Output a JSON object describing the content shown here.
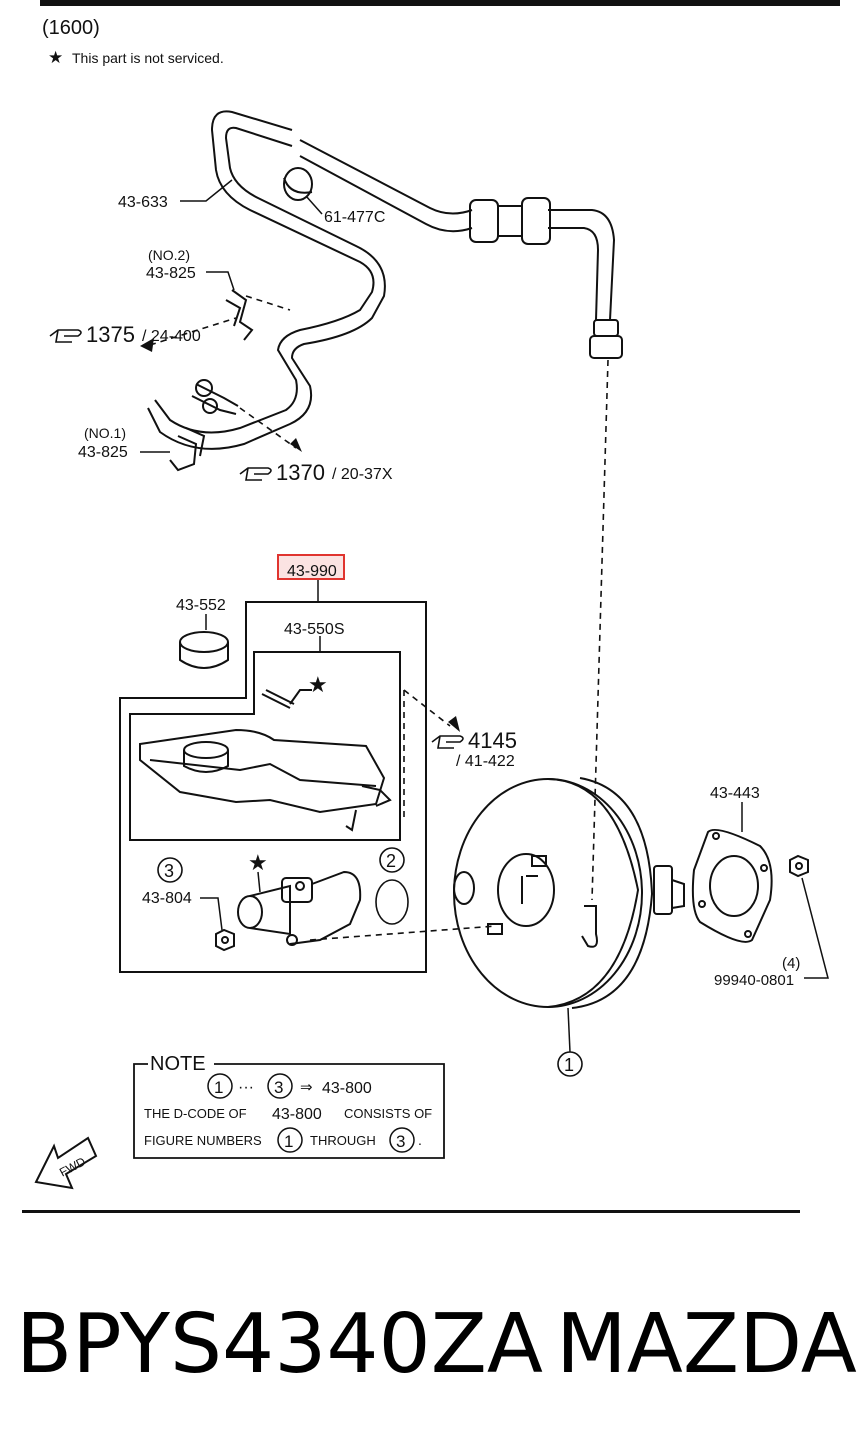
{
  "header": {
    "section_code": "(1600)",
    "note_star_symbol": "★",
    "note_star_text": "This part is not serviced."
  },
  "labels": {
    "hose": "43-633",
    "clamp_upper": "61-477C",
    "clip_no2_tag": "(NO.2)",
    "clip_no2": "43-825",
    "clip_no1_tag": "(NO.1)",
    "clip_no1": "43-825",
    "ref_1375_main": "1375",
    "ref_1375_sub": "/ 24-400",
    "ref_1370_main": "1370",
    "ref_1370_sub": "/ 20-37X",
    "ref_4145_main": "4145",
    "ref_4145_sub": "/ 41-422",
    "highlighted_part": "43-990",
    "cap": "43-552",
    "reservoir": "43-550S",
    "nut_left": "43-804",
    "fig3": "3",
    "fig2": "2",
    "fig1": "1",
    "gasket": "43-443",
    "nut_right_qty": "(4)",
    "nut_right": "99940-0801",
    "star": "★"
  },
  "note": {
    "title": "NOTE",
    "range_from": "1",
    "range_dots": "···",
    "range_to": "3",
    "range_arrow": "⇒",
    "range_code": "43-800",
    "line2_a": "THE D-CODE OF",
    "line2_code": "43-800",
    "line2_b": "CONSISTS OF",
    "line3_a": "FIGURE NUMBERS",
    "line3_from": "1",
    "line3_b": "THROUGH",
    "line3_to": "3",
    "line3_end": "."
  },
  "fwd_label": "FWD",
  "footer": {
    "part_number": "BPYS4340ZA",
    "brand": "MAZDA"
  },
  "colors": {
    "line": "#111111",
    "highlight": "#e0342f",
    "highlight_fill": "#fbe3e2"
  }
}
